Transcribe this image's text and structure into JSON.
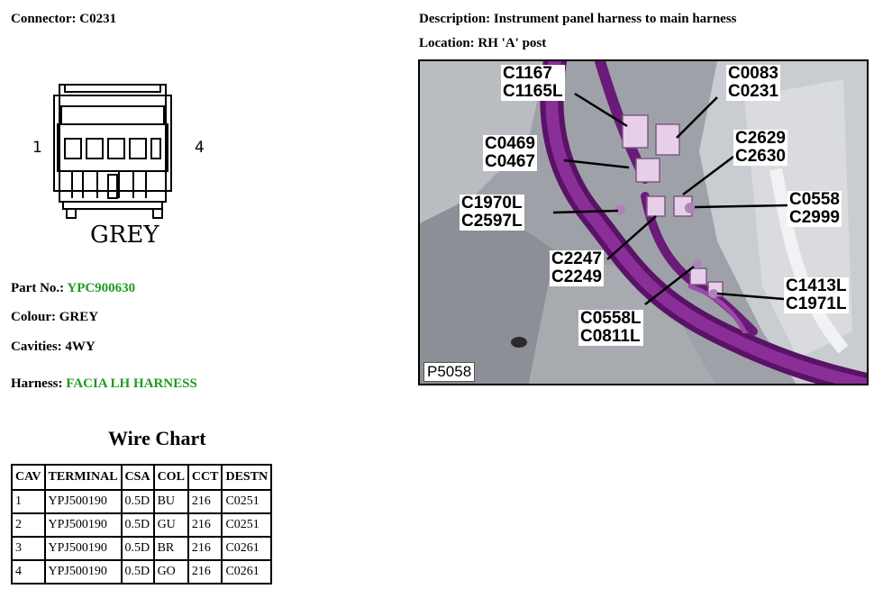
{
  "connector": {
    "label": "Connector:",
    "id": "C0231"
  },
  "description": {
    "label": "Description:",
    "value": "Instrument panel harness to main harness"
  },
  "location": {
    "label": "Location:",
    "value": "RH 'A' post"
  },
  "diagram": {
    "colour_text": "GREY",
    "pin_left": "1",
    "pin_right": "4"
  },
  "part_no": {
    "label": "Part No.:",
    "value": "YPC900630"
  },
  "colour": {
    "label": "Colour:",
    "value": "GREY"
  },
  "cavities": {
    "label": "Cavities:",
    "value": "4WY"
  },
  "harness": {
    "label": "Harness:",
    "value": "FACIA LH HARNESS"
  },
  "wire_chart": {
    "title": "Wire Chart",
    "headers": [
      "CAV",
      "TERMINAL",
      "CSA",
      "COL",
      "CCT",
      "DESTN"
    ],
    "rows": [
      [
        "1",
        "YPJ500190",
        "0.5D",
        "BU",
        "216",
        "C0251"
      ],
      [
        "2",
        "YPJ500190",
        "0.5D",
        "GU",
        "216",
        "C0251"
      ],
      [
        "3",
        "YPJ500190",
        "0.5D",
        "BR",
        "216",
        "C0261"
      ],
      [
        "4",
        "YPJ500190",
        "0.5D",
        "GO",
        "216",
        "C0261"
      ]
    ]
  },
  "photo": {
    "ref": "P5058",
    "callouts": [
      [
        "C1167",
        "C1165L"
      ],
      [
        "C0083",
        "C0231"
      ],
      [
        "C0469",
        "C0467"
      ],
      [
        "C2629",
        "C2630"
      ],
      [
        "C1970L",
        "C2597L"
      ],
      [
        "C0558",
        "C2999"
      ],
      [
        "C2247",
        "C2249"
      ],
      [
        "C1413L",
        "C1971L"
      ],
      [
        "C0558L",
        "C0811L"
      ]
    ]
  },
  "colors": {
    "green_text": "#1f9a1f",
    "harness": "#6a1a78"
  }
}
